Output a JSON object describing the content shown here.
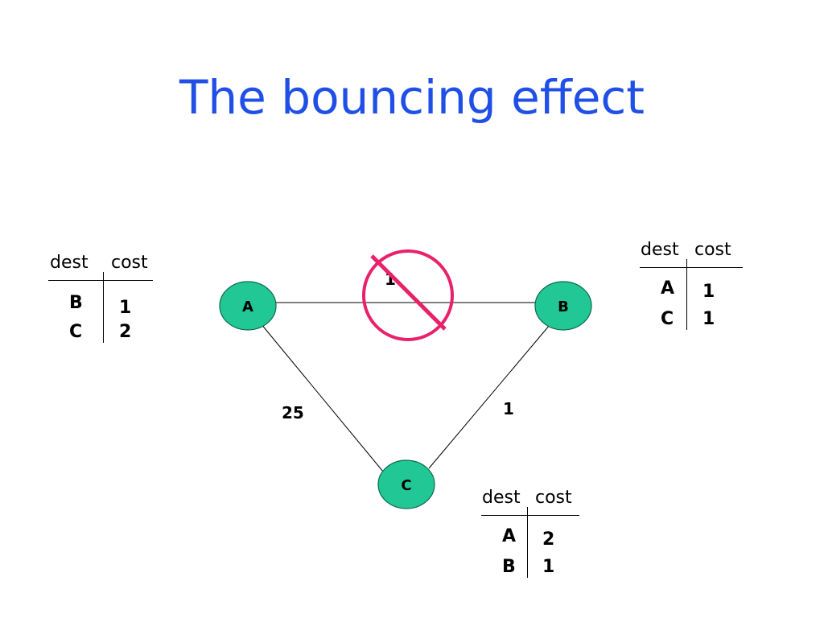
{
  "title": "The bouncing effect",
  "nodes": [
    {
      "id": "A",
      "label": "A"
    },
    {
      "id": "B",
      "label": "B"
    },
    {
      "id": "C",
      "label": "C"
    }
  ],
  "links": [
    {
      "from": "A",
      "to": "B",
      "cost": "1",
      "failed": true
    },
    {
      "from": "A",
      "to": "C",
      "cost": "25",
      "failed": false
    },
    {
      "from": "B",
      "to": "C",
      "cost": "1",
      "failed": false
    }
  ],
  "colors": {
    "title": "#1f4fe6",
    "node_fill": "#21c795",
    "node_stroke": "#0d6b4d",
    "failure_mark": "#e8226a"
  },
  "routing_tables": {
    "A": {
      "headers": {
        "dest": "dest",
        "cost": "cost"
      },
      "rows": [
        {
          "dest": "B",
          "cost": "1"
        },
        {
          "dest": "C",
          "cost": "2"
        }
      ]
    },
    "B": {
      "headers": {
        "dest": "dest",
        "cost": "cost"
      },
      "rows": [
        {
          "dest": "A",
          "cost": "1"
        },
        {
          "dest": "C",
          "cost": "1"
        }
      ]
    },
    "C": {
      "headers": {
        "dest": "dest",
        "cost": "cost"
      },
      "rows": [
        {
          "dest": "A",
          "cost": "2"
        },
        {
          "dest": "B",
          "cost": "1"
        }
      ]
    }
  }
}
